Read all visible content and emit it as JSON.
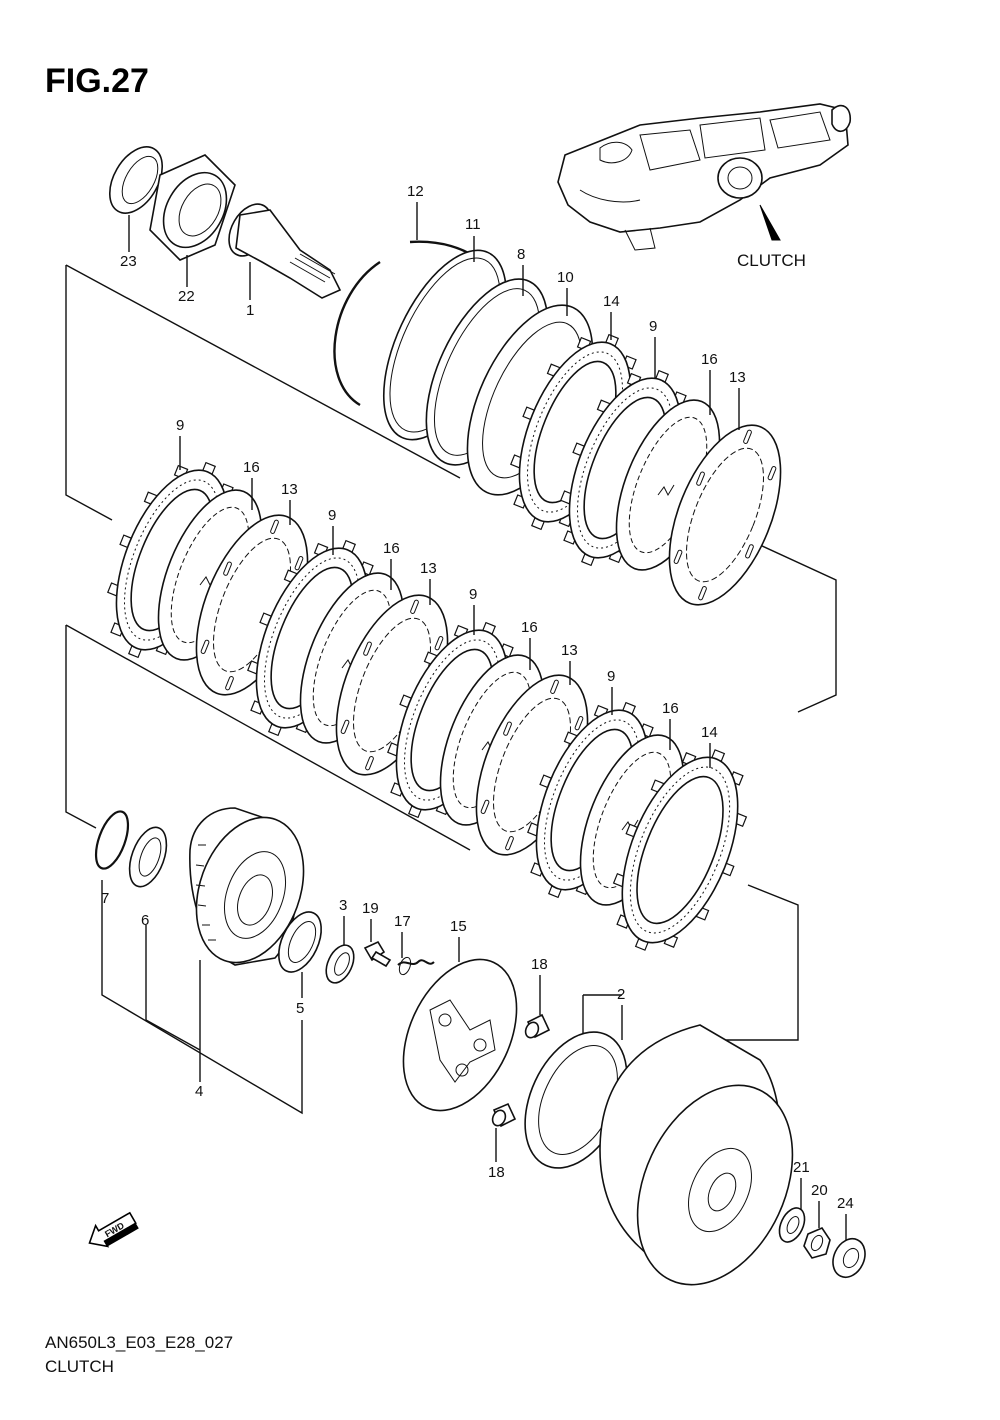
{
  "figure_title": "FIG.27",
  "inset_label": "CLUTCH",
  "diagram_code": "AN650L3_E03_E28_027",
  "caption": "CLUTCH",
  "fwd_label": "FWD",
  "callouts": {
    "p1": "1",
    "p2": "2",
    "p3": "3",
    "p4": "4",
    "p5": "5",
    "p6": "6",
    "p7": "7",
    "p8": "8",
    "p9a": "9",
    "p9b": "9",
    "p9c": "9",
    "p9d": "9",
    "p9e": "9",
    "p10": "10",
    "p11": "11",
    "p12": "12",
    "p13a": "13",
    "p13b": "13",
    "p13c": "13",
    "p13d": "13",
    "p14a": "14",
    "p14b": "14",
    "p15": "15",
    "p16a": "16",
    "p16b": "16",
    "p16c": "16",
    "p16d": "16",
    "p16e": "16",
    "p17": "17",
    "p18a": "18",
    "p18b": "18",
    "p19": "19",
    "p20": "20",
    "p21": "21",
    "p22": "22",
    "p23": "23",
    "p24": "24"
  }
}
